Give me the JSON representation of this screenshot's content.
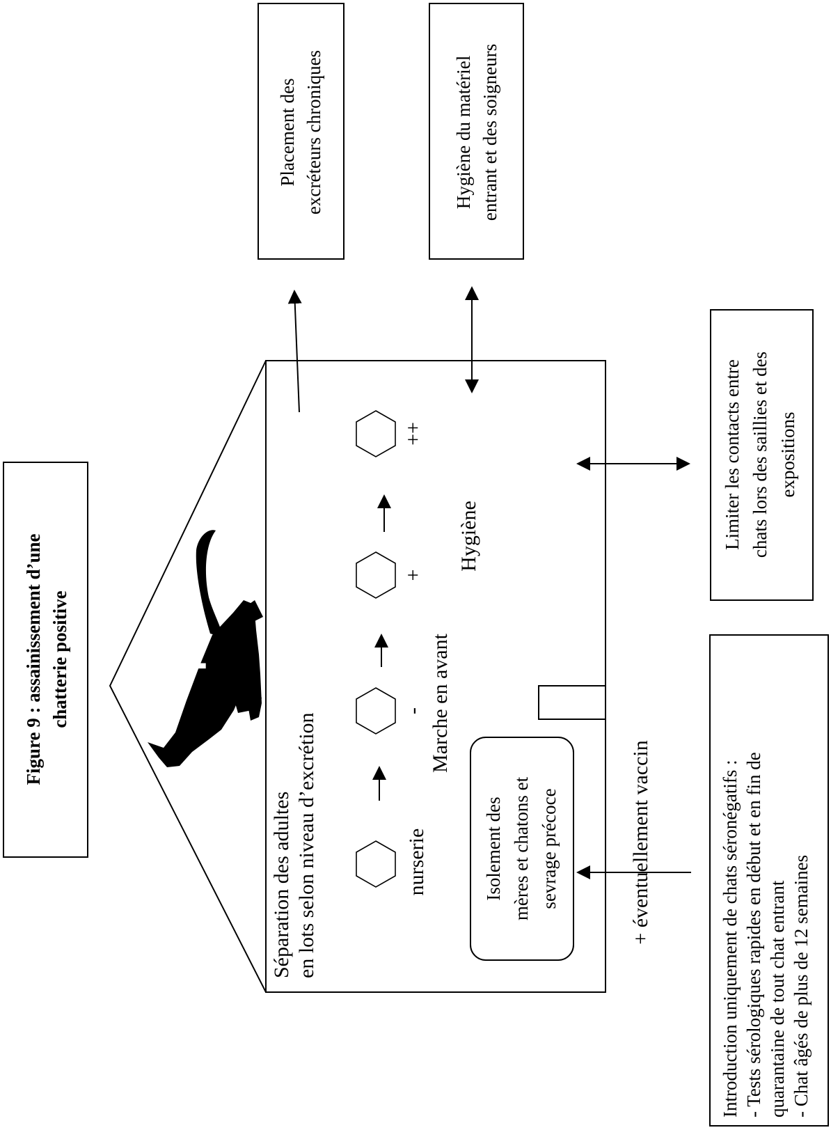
{
  "title_lines": [
    "Figure 9 : assainissement d’une",
    "chatterie positive"
  ],
  "cat_symbol": "+",
  "placement_box": [
    "Placement des",
    "excréteurs chroniques"
  ],
  "hygiene_box": [
    "Hygiène du matériel",
    "entrant et des soigneurs"
  ],
  "limit_box": [
    "Limiter les contacts entre",
    "chats lors des saillies et des",
    "expositions"
  ],
  "intro_box": [
    "Introduction uniquement de chats séronégatifs :",
    "- Tests sérologiques rapides en début et en fin de",
    "quarantaine de tout chat entrant",
    "- Chat âgés de plus de 12 semaines"
  ],
  "separation_text": [
    "Séparation des adultes",
    "en lots selon niveau d’excrétion"
  ],
  "hex_labels": [
    "nurserie",
    "-",
    "+",
    "++"
  ],
  "marche_label": "Marche en avant",
  "hygiene_label": "Hygiène",
  "isolement_box": [
    "Isolement des",
    "mères et chatons et",
    "sevrage précoce"
  ],
  "vaccin_label": "+ éventuellement vaccin"
}
